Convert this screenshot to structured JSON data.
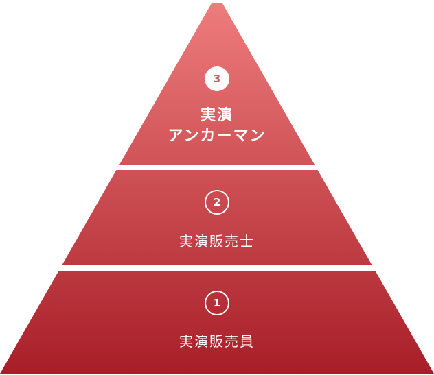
{
  "colors": {
    "apex": "#ee7c7c",
    "base": "#a81e28",
    "separator": "#ffffff",
    "text": "#ffffff"
  },
  "tiers": [
    {
      "number": "3",
      "lines": [
        "実演",
        "アンカーマン"
      ]
    },
    {
      "number": "2",
      "label": "実演販売士"
    },
    {
      "number": "1",
      "label": "実演販売員"
    }
  ]
}
